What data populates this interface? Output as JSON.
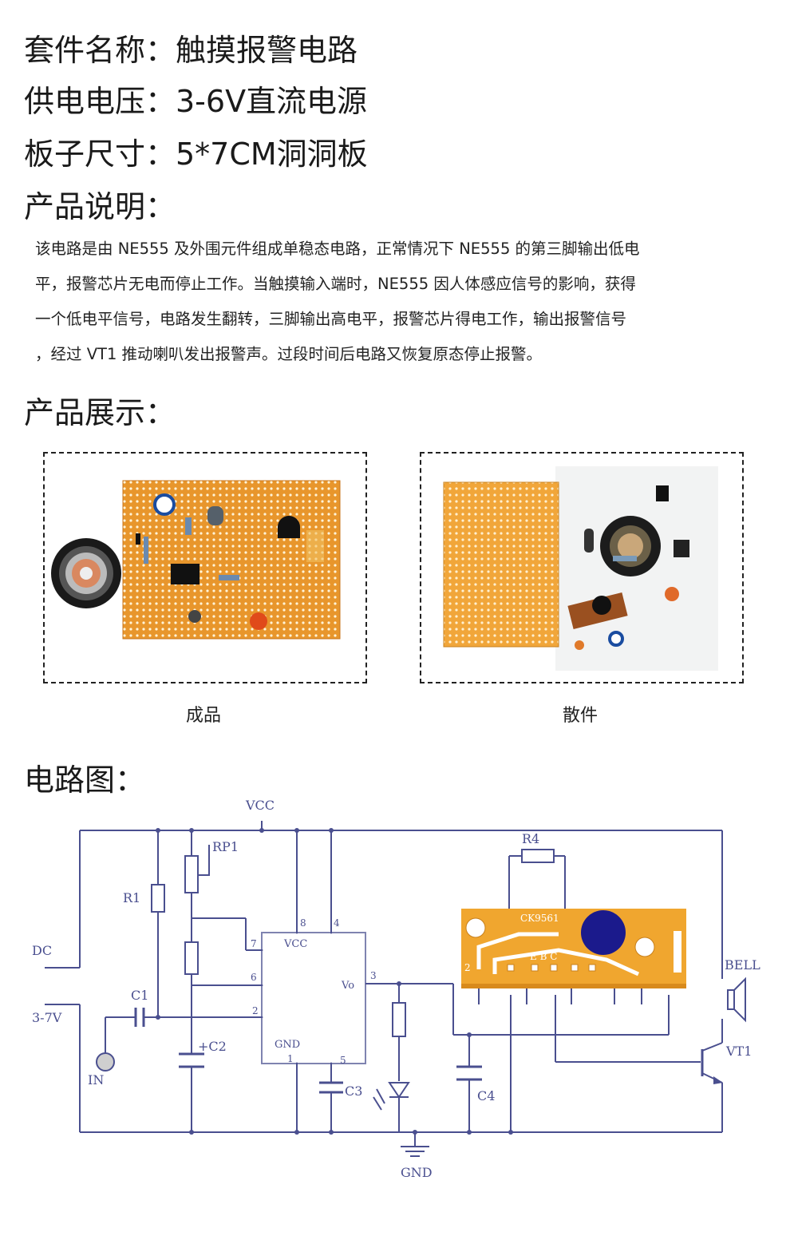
{
  "specs": {
    "kit_name": "套件名称：触摸报警电路",
    "voltage": "供电电压：3-6V直流电源",
    "board_size": "板子尺寸：5*7CM洞洞板"
  },
  "description": {
    "heading": "产品说明：",
    "lines": [
      "该电路是由 NE555 及外围元件组成单稳态电路，正常情况下 NE555 的第三脚输出低电",
      "平，报警芯片无电而停止工作。当触摸输入端时，NE555 因人体感应信号的影响，获得",
      "一个低电平信号，电路发生翻转，三脚输出高电平，报警芯片得电工作，输出报警信号",
      "，经过 VT1 推动喇叭发出报警声。过段时间后电路又恢复原态停止报警。"
    ]
  },
  "showcase": {
    "heading": "产品展示：",
    "left_caption": "成品",
    "right_caption": "散件"
  },
  "circuit": {
    "heading": "电路图：",
    "labels": {
      "vcc": "VCC",
      "rp1": "RP1",
      "r1": "R1",
      "r4": "R4",
      "dc": "DC",
      "dc_range": "3-7V",
      "c1": "C1",
      "c2": "+C2",
      "c3": "C3",
      "c4": "C4",
      "in": "IN",
      "gnd": "GND",
      "gnd_pin": "GND",
      "vcc_pin": "VCC",
      "vo": "Vo",
      "ic_model": "CK9561",
      "ebc": "E B C",
      "pin2": "2",
      "bell": "BELL",
      "vt1": "VT1",
      "pin1": "1",
      "pin2b": "2",
      "pin3": "3",
      "pin4": "4",
      "pin5": "5",
      "pin6": "6",
      "pin7": "7",
      "pin8": "8"
    }
  },
  "colors": {
    "pcb_orange": "#e89a2e",
    "chip_blue": "#1b1a8c",
    "board_yellow": "#f0a62f"
  }
}
